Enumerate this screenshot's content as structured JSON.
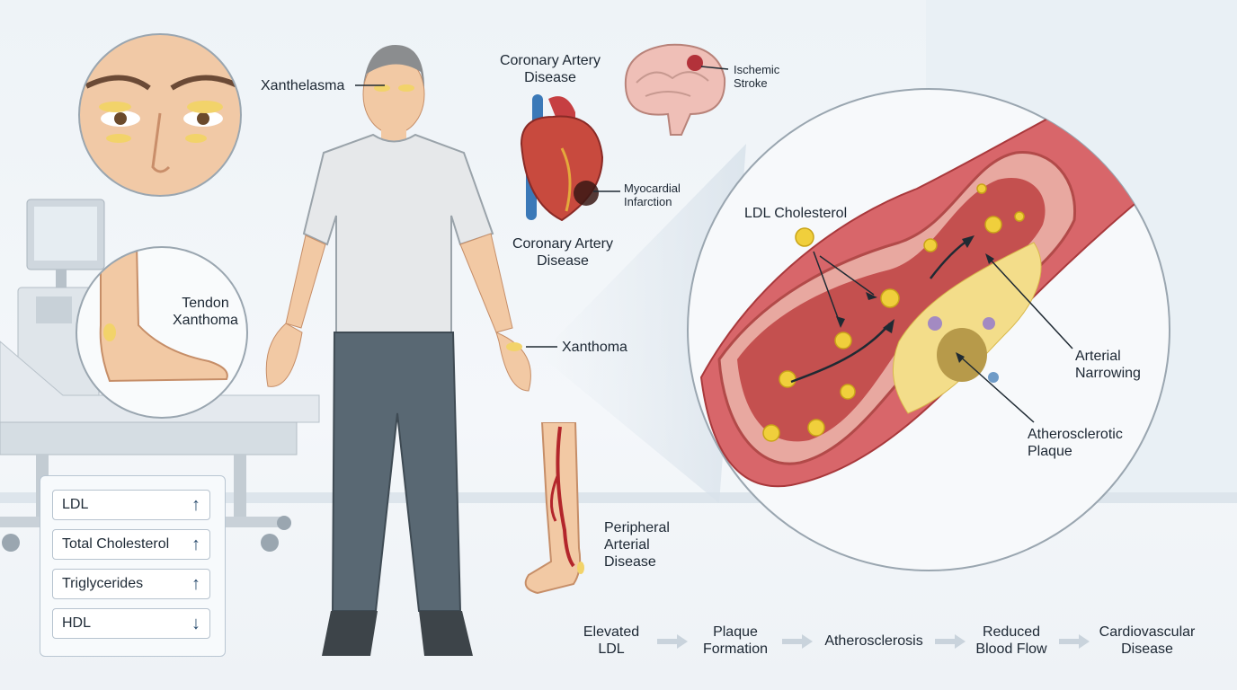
{
  "labels": {
    "xanthelasma": "Xanthelasma",
    "tendon_xanthoma_line1": "Tendon",
    "tendon_xanthoma_line2": "Xanthoma",
    "xanthoma": "Xanthoma",
    "coronary_top_line1": "Coronary Artery",
    "coronary_top_line2": "Disease",
    "coronary_bottom_line1": "Coronary Artery",
    "coronary_bottom_line2": "Disease",
    "myocardial_line1": "Myocardial",
    "myocardial_line2": "Infarction",
    "ischemic_line1": "Ischemic",
    "ischemic_line2": "Stroke",
    "peripheral_line1": "Peripheral",
    "peripheral_line2": "Arterial",
    "peripheral_line3": "Disease",
    "ldl_cholesterol": "LDL Cholesterol",
    "arterial_narrowing_line1": "Arterial",
    "arterial_narrowing_line2": "Narrowing",
    "plaque_line1": "Atherosclerotic",
    "plaque_line2": "Plaque"
  },
  "lab_panel": {
    "rows": [
      {
        "name": "LDL",
        "trend": "↑"
      },
      {
        "name": "Total Cholesterol",
        "trend": "↑"
      },
      {
        "name": "Triglycerides",
        "trend": "↑"
      },
      {
        "name": "HDL",
        "trend": "↓"
      }
    ]
  },
  "flow": {
    "steps": [
      {
        "line1": "Elevated",
        "line2": "LDL"
      },
      {
        "line1": "Plaque",
        "line2": "Formation"
      },
      {
        "line1": "Atherosclerosis",
        "line2": ""
      },
      {
        "line1": "Reduced",
        "line2": "Blood Flow"
      },
      {
        "line1": "Cardiovascular",
        "line2": "Disease"
      }
    ]
  },
  "colors": {
    "artery_wall": "#d8666a",
    "lumen": "#c4504f",
    "cholesterol": "#f0cf3c",
    "plaque_fat": "#f3dd8a",
    "skin": "#f2c9a4",
    "shirt": "#e6e8ea",
    "pants": "#596873",
    "panel_border": "#b9c6d2"
  }
}
